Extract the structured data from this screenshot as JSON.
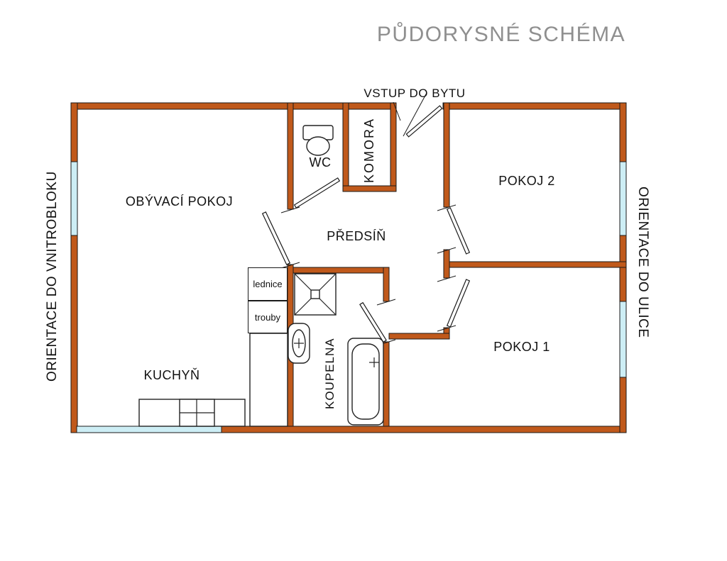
{
  "title": "PŮDORYSNÉ SCHÉMA",
  "entrance": {
    "label": "VSTUP DO BYTU"
  },
  "orientation": {
    "left": "ORIENTACE DO VNITROBLOKU",
    "right": "ORIENTACE DO ULICE"
  },
  "rooms": {
    "living_room": {
      "label": "OBÝVACÍ POKOJ"
    },
    "kitchen": {
      "label": "KUCHYŇ"
    },
    "hall": {
      "label": "PŘEDSÍŇ"
    },
    "wc": {
      "label": "WC"
    },
    "pantry": {
      "label": "KOMORA"
    },
    "bathroom": {
      "label": "KOUPELNA"
    },
    "room2": {
      "label": "POKOJ 2"
    },
    "room1": {
      "label": "POKOJ 1"
    }
  },
  "appliances": {
    "fridge": {
      "label": "lednice"
    },
    "oven": {
      "label": "trouby"
    }
  },
  "colors": {
    "wall": "#c0591b",
    "window": "#cdeef5",
    "line": "#1a1a1a",
    "text": "#111111",
    "title": "#8f8f8f",
    "background": "#ffffff"
  }
}
